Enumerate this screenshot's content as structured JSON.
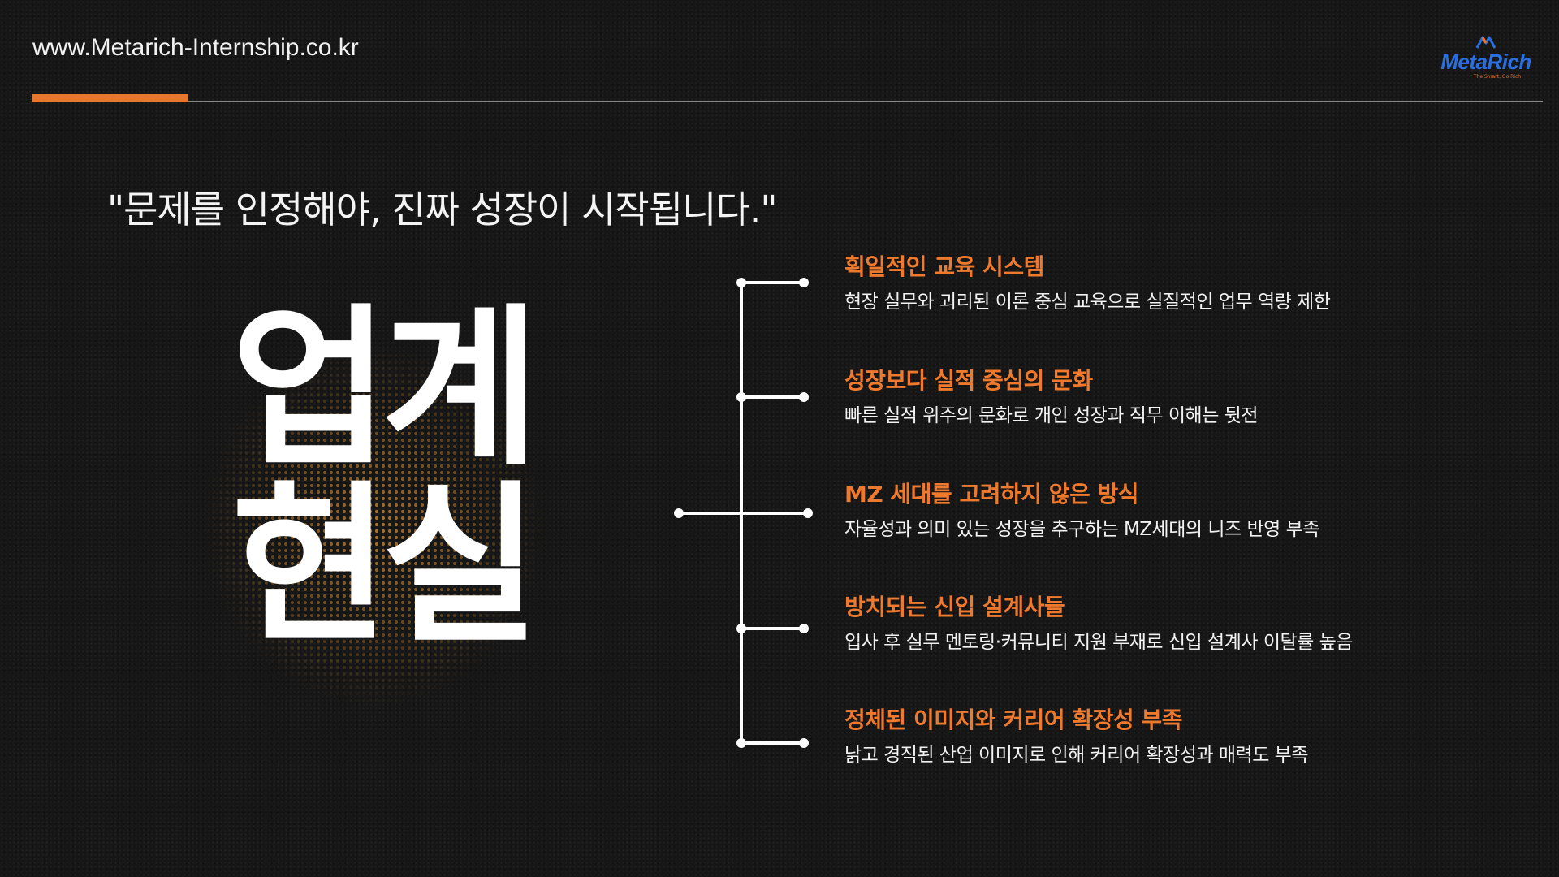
{
  "header": {
    "url": "www.Metarich-Internship.co.kr",
    "logo_name": "MetaRich",
    "logo_tagline": "The Smart, Go Rich",
    "accent_color": "#e8772e",
    "brand_color": "#2a6fe0"
  },
  "quote": "\"문제를 인정해야, 진짜 성장이 시작됩니다.\"",
  "main_title": {
    "line1": "업계",
    "line2": "현실"
  },
  "items": [
    {
      "title": "획일적인 교육 시스템",
      "desc": "현장 실무와 괴리된 이론 중심 교육으로 실질적인 업무 역량 제한"
    },
    {
      "title": "성장보다 실적 중심의 문화",
      "desc": "빠른 실적 위주의 문화로 개인 성장과 직무 이해는 뒷전"
    },
    {
      "title": "MZ 세대를 고려하지 않은 방식",
      "desc": "자율성과 의미 있는 성장을 추구하는 MZ세대의 니즈 반영 부족"
    },
    {
      "title": "방치되는 신입 설계사들",
      "desc": "입사 후 실무 멘토링·커뮤니티 지원 부재로 신입 설계사 이탈률 높음"
    },
    {
      "title": "정체된 이미지와 커리어 확장성 부족",
      "desc": "낡고 경직된 산업 이미지로 인해 커리어 확장성과 매력도 부족"
    }
  ]
}
